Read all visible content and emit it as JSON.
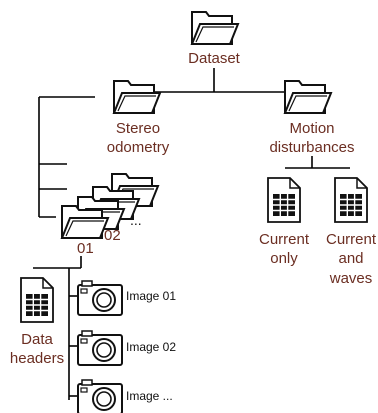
{
  "nodes": {
    "root": "Dataset",
    "stereo_line1": "Stereo",
    "stereo_line2": "odometry",
    "motion_line1": "Motion",
    "motion_line2": "disturbances",
    "current_only_line1": "Current",
    "current_only_line2": "only",
    "current_waves_line1": "Current",
    "current_waves_line2": "and",
    "current_waves_line3": "waves",
    "seq_01": "01",
    "seq_02": "02",
    "seq_more": "...",
    "data_headers_line1": "Data",
    "data_headers_line2": "headers",
    "image_01": "Image 01",
    "image_02": "Image 02",
    "image_more": "Image ..."
  },
  "icons": {
    "folder": "folder-icon",
    "document": "spreadsheet-document-icon",
    "camera": "camera-icon"
  },
  "colors": {
    "label_text": "#6b2e22",
    "lines": "#000000",
    "folder_fill": "#ffffff",
    "doc_grid": "#111111"
  }
}
